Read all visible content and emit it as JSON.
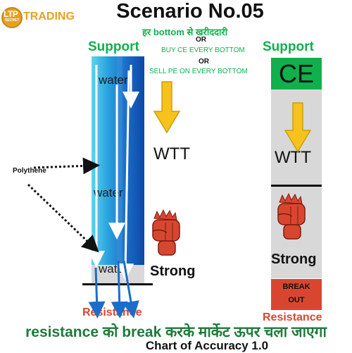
{
  "header": {
    "logo_text": "LTP",
    "logo_subtext": "SECRET",
    "brand": "TRADING",
    "title": "Scenario No.05"
  },
  "instructions": {
    "hindi_line": "हर bottom से खरीददारी",
    "or_1": "OR",
    "line_1": "BUY CE EVERY BOTTOM",
    "or_2": "OR",
    "line_2": "SELL PE ON EVERY BOTTOM"
  },
  "left_panel": {
    "support_label": "Support",
    "water_labels": [
      "water",
      "water",
      "water"
    ],
    "resistance_label": "Resistance",
    "polythene_label": "Polythene",
    "wtt_label": "WTT",
    "strong_label": "Strong"
  },
  "right_panel": {
    "support_label": "Support",
    "ce_label": "CE",
    "wtt_label": "WTT",
    "strong_label": "Strong",
    "break_line_1": "BREAK",
    "break_line_2": "OUT",
    "resistance_label": "Resistance"
  },
  "footer": {
    "hindi_caption": "resistance को break करके मार्केट ऊपर चला जाएगा",
    "accuracy": "Chart of Accuracy 1.0"
  },
  "colors": {
    "green": "#10b04d",
    "red": "#d9462f",
    "arrow_yellow": "#f7c21b",
    "fist": "#d9462f",
    "logo_orange": "#e6a122"
  },
  "icons": [
    "down-arrow-icon",
    "fist-icon",
    "logo-icon"
  ]
}
